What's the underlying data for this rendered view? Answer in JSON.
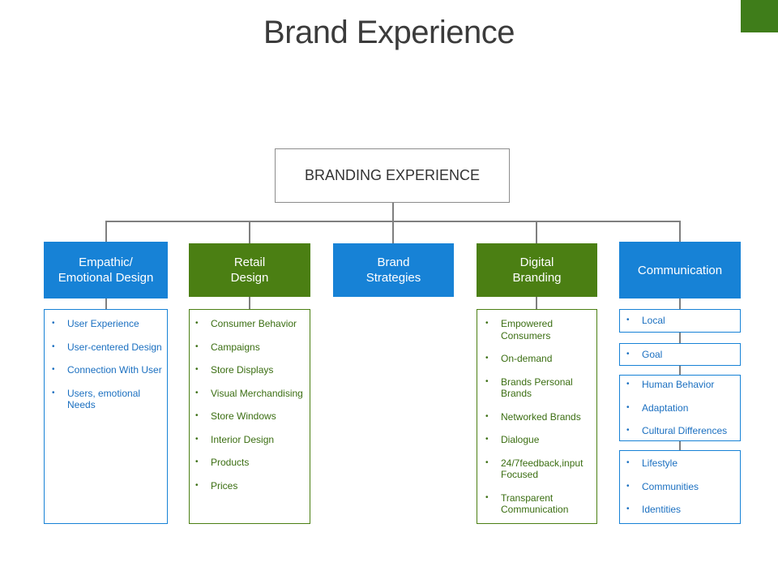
{
  "title": "Brand Experience",
  "colors": {
    "blue": "#1782d6",
    "green": "#4b7f13",
    "connector": "#7f7f7f",
    "corner": "#3f7d1a"
  },
  "root": {
    "label": "BRANDING EXPERIENCE"
  },
  "columns": [
    {
      "heading": "Empathic/\nEmotional Design",
      "color": "blue",
      "items": [
        "User Experience",
        "User-centered Design",
        "Connection With User",
        "Users, emotional Needs"
      ]
    },
    {
      "heading": "Retail\nDesign",
      "color": "green",
      "items": [
        "Consumer Behavior",
        "Campaigns",
        "Store Displays",
        "Visual Merchandising",
        "Store Windows",
        "Interior Design",
        "Products",
        "Prices"
      ]
    },
    {
      "heading": "Brand\nStrategies",
      "color": "blue",
      "items": []
    },
    {
      "heading": "Digital\nBranding",
      "color": "green",
      "items": [
        "Empowered Consumers",
        "On-demand",
        "Brands Personal Brands",
        "Networked Brands",
        "Dialogue",
        "24/7feedback,input Focused",
        "Transparent Communication"
      ]
    },
    {
      "heading": "Communication",
      "color": "blue",
      "groups": [
        [
          "Local"
        ],
        [
          "Goal"
        ],
        [
          "Human Behavior",
          "Adaptation",
          "Cultural Differences"
        ],
        [
          "Lifestyle",
          "Communities",
          "Identities"
        ]
      ]
    }
  ]
}
